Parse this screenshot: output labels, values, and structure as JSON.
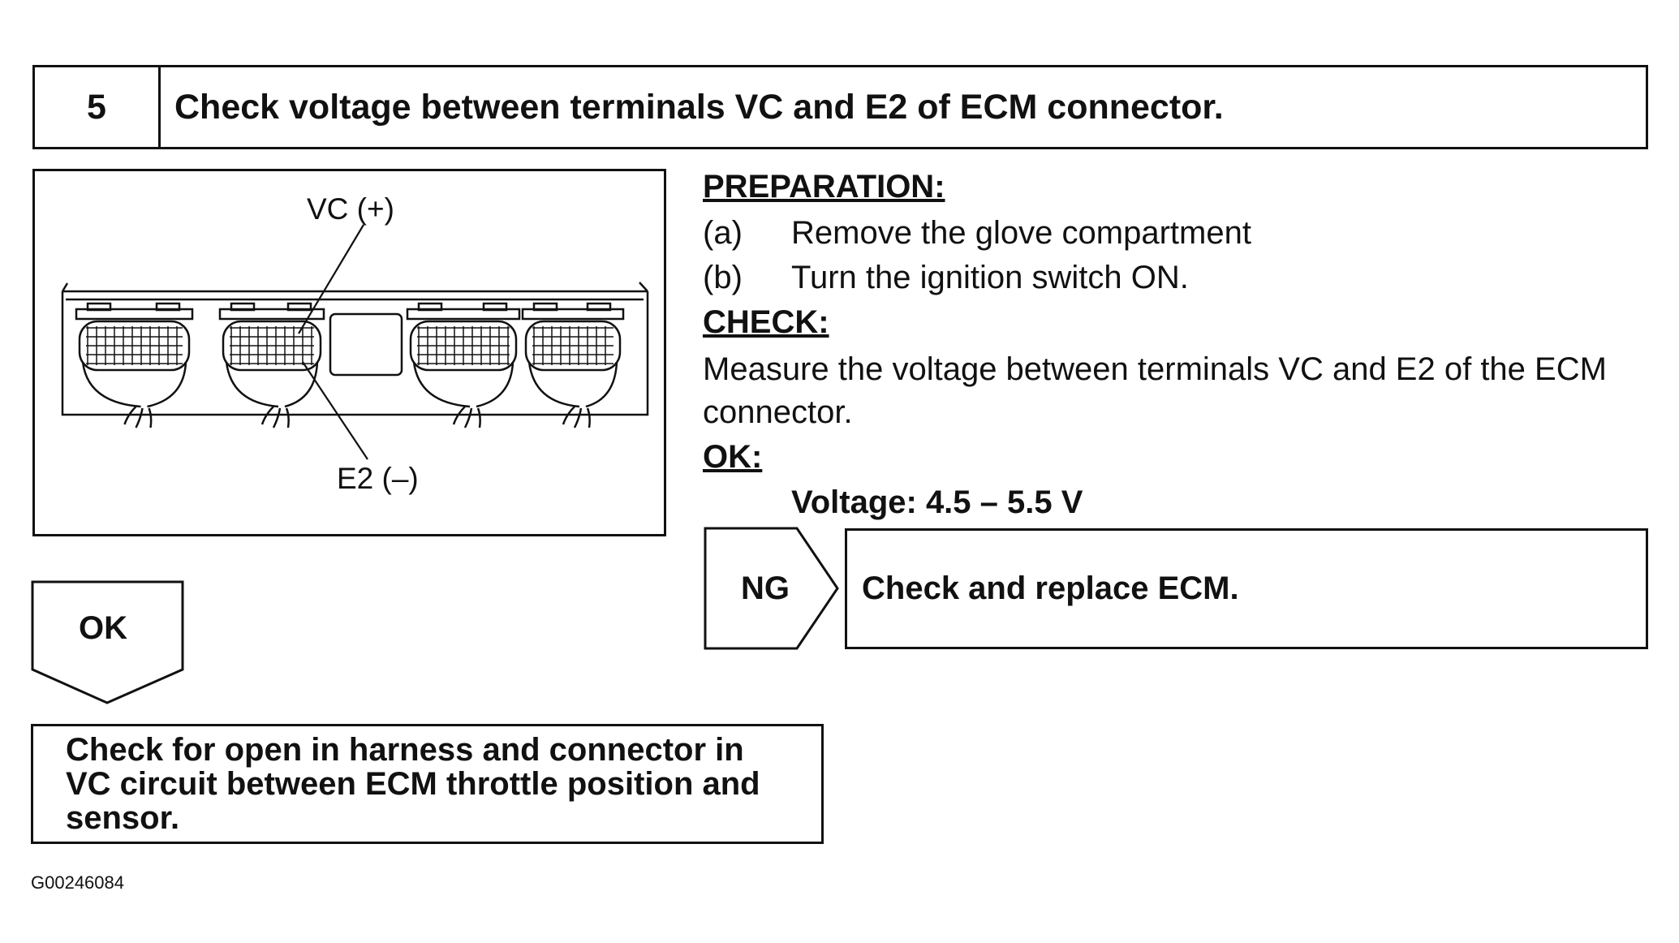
{
  "step": {
    "number": "5",
    "title": "Check voltage between terminals VC and E2 of ECM connector."
  },
  "diagram": {
    "label_vc": "VC (+)",
    "label_e2": "E2 (–)"
  },
  "preparation": {
    "heading": "PREPARATION:",
    "items": [
      {
        "marker": "(a)",
        "text": "Remove the glove compartment"
      },
      {
        "marker": "(b)",
        "text": "Turn the ignition switch ON."
      }
    ]
  },
  "check": {
    "heading": "CHECK:",
    "line1": "Measure the voltage between terminals VC and E2 of the ECM",
    "line2": "connector."
  },
  "ok_spec": {
    "heading": "OK:",
    "value": "Voltage: 4.5 – 5.5 V"
  },
  "ng_branch": {
    "label": "NG",
    "action": "Check and replace ECM."
  },
  "ok_branch": {
    "label": "OK",
    "action_lines": [
      "Check for open in harness and connector in",
      "VC circuit between ECM throttle position and",
      "sensor."
    ]
  },
  "figure_code": "G00246084"
}
